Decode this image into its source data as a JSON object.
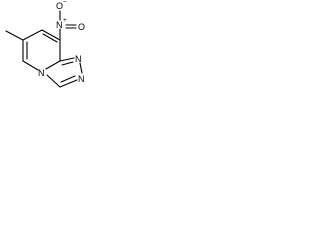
{
  "molecule": {
    "atoms": {
      "nitro_oxygen_top": "O",
      "nitro_oxygen_top_charge": "−",
      "nitro_nitrogen": "N",
      "nitro_nitrogen_charge": "+",
      "nitro_oxygen_side": "O",
      "ring_n_bridgehead": "N",
      "ring_n_right_upper": "N",
      "ring_n_right_lower": "N"
    }
  }
}
